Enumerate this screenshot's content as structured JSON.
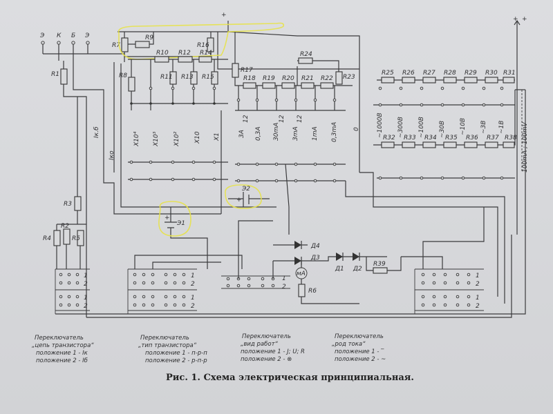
{
  "caption": "Рис. 1. Схема электрическая принципиальная.",
  "terminals": [
    "Э",
    "К",
    "Б",
    "Э"
  ],
  "top_terminal": "+",
  "resistors": {
    "R1": "R1",
    "R2": "R2",
    "R3": "R3",
    "R4": "R4",
    "R5": "R5",
    "R6": "R6",
    "R7": "R7",
    "R8": "R8",
    "R9": "R9",
    "R10": "R10",
    "R11": "R11",
    "R12": "R12",
    "R13": "R13",
    "R14": "R14",
    "R15": "R15",
    "R16": "R16",
    "R17": "R17",
    "R18": "R18",
    "R19": "R19",
    "R20": "R20",
    "R21": "R21",
    "R22": "R22",
    "R23": "R23",
    "R24": "R24",
    "R25": "R25",
    "R26": "R26",
    "R27": "R27",
    "R28": "R28",
    "R29": "R29",
    "R30": "R30",
    "R31": "R31",
    "R32": "R32",
    "R33": "R33",
    "R34": "R34",
    "R35": "R35",
    "R36": "R36",
    "R37": "R37",
    "R38": "R38",
    "R39": "R39"
  },
  "range_labels_left": [
    "Iк.б",
    "Iко",
    "X10⁴",
    "X10³",
    "X10²",
    "X10",
    "X1"
  ],
  "range_labels_mid": [
    "3А",
    "0,3А",
    "30mA",
    "3mA",
    "1mA",
    "0,3mA",
    "0"
  ],
  "range_labels_mid2": [
    "12",
    "12",
    "12"
  ],
  "range_labels_right": [
    "~1000В",
    "~300В",
    "~100В",
    "~30В",
    "~10В",
    "~3В",
    "~1В"
  ],
  "range_label_far": "100mA ; 100mV",
  "batteries": [
    "Э1",
    "Э2"
  ],
  "diodes": [
    "Д4",
    "Д3",
    "Д1",
    "Д2"
  ],
  "meter": "мА",
  "switches": [
    {
      "title": "Переключатель",
      "name": "„цепь транзистора“",
      "pos1": "положение 1 - Iк",
      "pos2": "положение 2 - Iб"
    },
    {
      "title": "Переключатель",
      "name": "„тип транзистора“",
      "pos1": "положение 1 - п-р-п",
      "pos2": "положение 2 - р-п-р"
    },
    {
      "title": "Переключатель",
      "name": "„вид работ“",
      "pos1": "положение 1 - J; U; R",
      "pos2": "положение 2 - ⊗"
    },
    {
      "title": "Переключатель",
      "name": "„род тока“",
      "pos1": "положение 1 - ‾",
      "pos2": "положение 2 - ~"
    }
  ],
  "contact_numbers": [
    "1",
    "2"
  ]
}
